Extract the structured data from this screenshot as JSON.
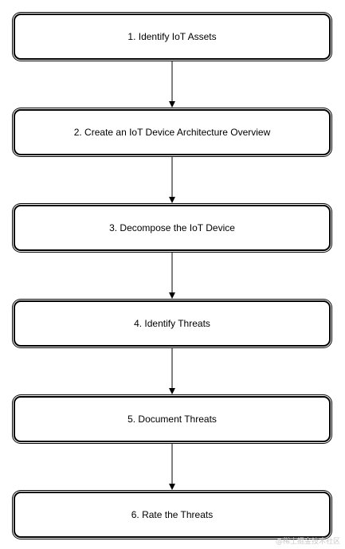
{
  "diagram": {
    "steps": [
      {
        "label": "1. Identify IoT Assets"
      },
      {
        "label": "2. Create an IoT Device Architecture Overview"
      },
      {
        "label": "3. Decompose the IoT Device"
      },
      {
        "label": "4. Identify Threats"
      },
      {
        "label": "5. Document Threats"
      },
      {
        "label": "6. Rate the Threats"
      }
    ]
  },
  "watermark": {
    "text": "@稀土掘金技术社区"
  },
  "colors": {
    "stroke": "#000000",
    "background": "#ffffff",
    "watermark": "#c8c8c8"
  }
}
